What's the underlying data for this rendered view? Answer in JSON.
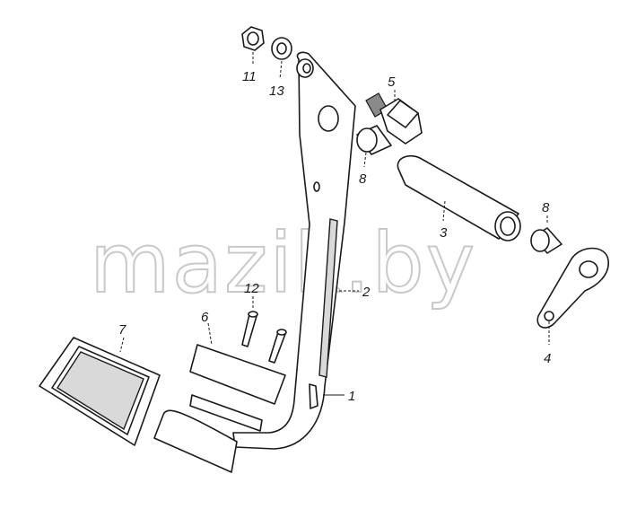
{
  "watermark": "mazik.by",
  "callouts": {
    "c1": "1",
    "c2": "2",
    "c3": "3",
    "c4": "4",
    "c5": "5",
    "c6": "6",
    "c7": "7",
    "c8a": "8",
    "c8b": "8",
    "c11": "11",
    "c12": "12",
    "c13": "13"
  }
}
